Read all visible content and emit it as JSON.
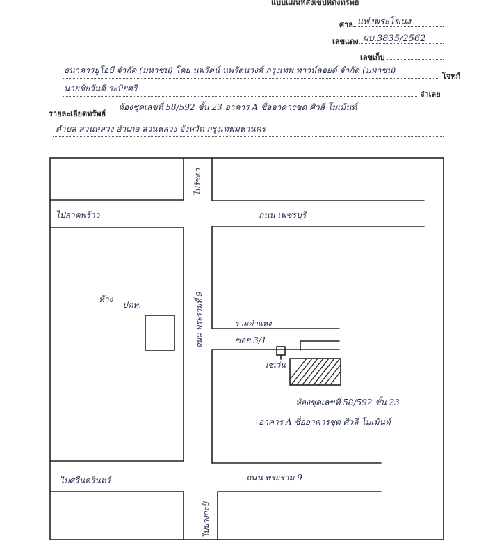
{
  "header": {
    "top_title": "แบบแผนที่สังเขปที่ตั้งทรัพย์",
    "court_label": "ศาล",
    "court_value": "แพ่งพระโขนง",
    "case_no_label": "เลขแดง",
    "case_no_value": "ผบ.3835/2562",
    "receipt_label": "เลขเก็บ"
  },
  "parties": {
    "line1": "ธนาคารยูโอบี จำกัด (มหาชน) โดย นพรัตน์ นพรัตนวงศ์ กรุงเทพ ทาวน์ลอยด์ จำกัด (มหาชน)",
    "line1_tail_label": "โจทก์",
    "line2": "นายชัยวันดี ระบิยศรี",
    "line2_tail_label": "จำเลย"
  },
  "property": {
    "label": "รายละเอียดทรัพย์",
    "line1": "ห้องชุดเลขที่ 58/592 ชั้น 23 อาคาร A ชื่ออาคารชุด ศิวลี โมเม้นท์",
    "line2": "ตำบล สวนหลวง อำเภอ สวนหลวง จังหวัด กรุงเทพมหานคร"
  },
  "map": {
    "road_top_vertical": "ไปรัชดา",
    "to_left_top": "ไปลาดพร้าว",
    "road_horizontal_top": "ถนน เพชรบุรี",
    "road_vertical_main": "ถนน พระรามที่ 9",
    "building_mall": "ห้าง",
    "building_label": "ปตท.",
    "soi_name": "รามคำแหง",
    "soi_label": "ซอย 3/1",
    "seven_label": "เซเว่น",
    "unit_desc_1": "ห้องชุดเลขที่ 58/592 ชั้น 23",
    "unit_desc_2": "อาคาร A ชื่ออาคารชุด ศิวลี โมเม้นท์",
    "to_left_bottom": "ไปศรีนครินทร์",
    "road_horizontal_bottom": "ถนน พระราม 9",
    "road_bottom_vertical": "ไปบางกะปิ"
  }
}
